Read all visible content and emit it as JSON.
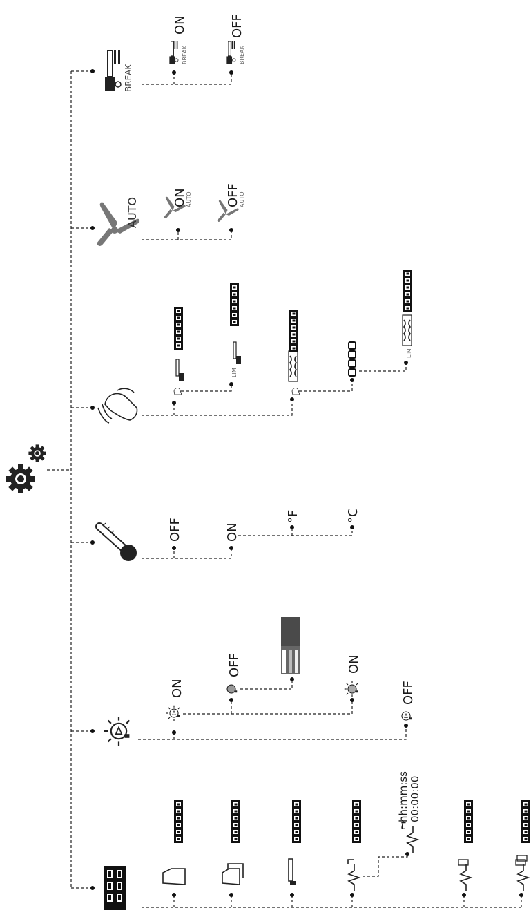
{
  "colors": {
    "ink": "#1a1a1a",
    "icon_dark": "#2b2b2b",
    "bar_dark": "#4a4a4a",
    "bar_mid": "#777777"
  },
  "settings_icon": "gears-icon",
  "branches": {
    "counters": {
      "icon": "counter-display-icon",
      "digits": "000000",
      "time_format": "hh:mm:ss",
      "time_value": "00:00:00",
      "rows": [
        "single-cup-icon",
        "double-cup-icon",
        "steam-wand-icon",
        "pulse-icon",
        "pulse-timer-icon",
        "pulse-cup-icon",
        "pulse-double-cup-icon"
      ]
    },
    "light": {
      "icon": "cup-light-icon",
      "on": "ON",
      "off": "OFF"
    },
    "temperature": {
      "icon": "thermometer-icon",
      "off": "OFF",
      "on": "ON",
      "fahrenheit": "°F",
      "celsius": "°C"
    },
    "alarm": {
      "icon": "bell-icon",
      "digits": "000000",
      "limit_label": "LIM",
      "short_digits": "0000"
    },
    "fan": {
      "icon": "fan-icon",
      "auto": "AUTO",
      "on": "ON",
      "off": "OFF"
    },
    "break": {
      "icon": "break-icon",
      "label": "BREAK",
      "on": "ON",
      "off": "OFF"
    }
  }
}
